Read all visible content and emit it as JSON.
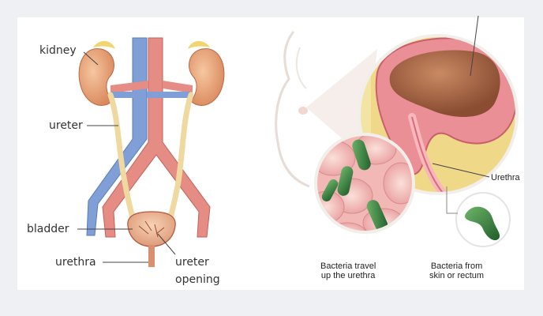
{
  "left_diagram": {
    "labels": {
      "kidney": "kidney",
      "ureter": "ureter",
      "bladder": "bladder",
      "urethra": "urethra",
      "ureter_opening_line1": "ureter",
      "ureter_opening_line2": "opening"
    }
  },
  "right_diagram": {
    "labels": {
      "urethra": "Urethra",
      "bacteria_travel_line1": "Bacteria travel",
      "bacteria_travel_line2": "up the urethra",
      "bacteria_from_line1": "Bacteria from",
      "bacteria_from_line2": "skin or rectum"
    }
  },
  "colors": {
    "artery": "#e0746a",
    "vein": "#7f9fd6",
    "kidney": "#e8a27a",
    "ureter": "#f0d9a0",
    "bladder_tissue": "#f2a0a8",
    "bacteria": "#2f7a3a",
    "leader_line": "#444444"
  }
}
